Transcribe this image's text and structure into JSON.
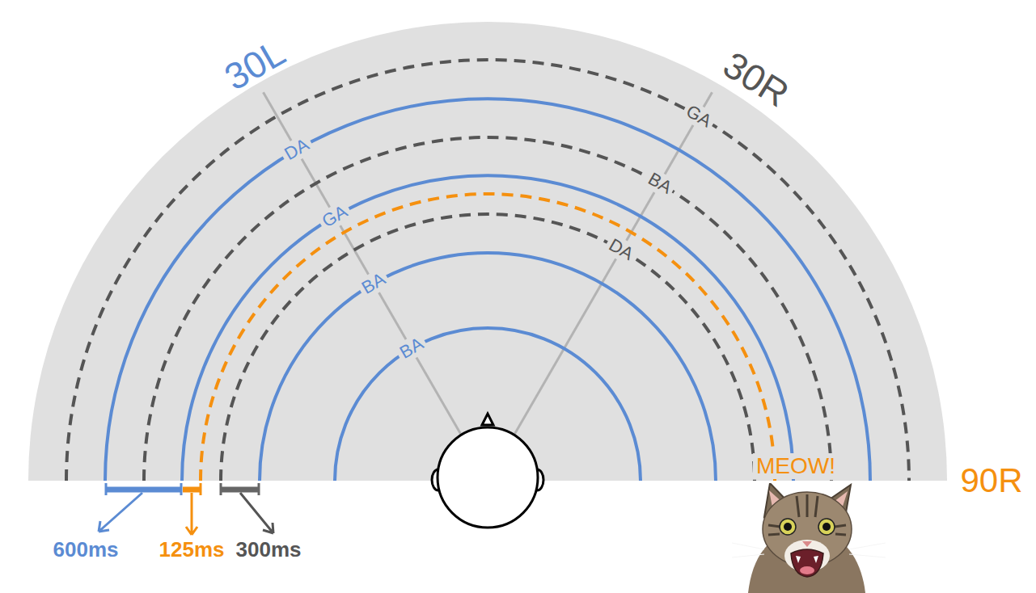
{
  "diagram": {
    "labels": [
      "30L",
      "30R",
      "BA",
      "BA",
      "GA",
      "DA",
      "DA",
      "BA",
      "GA",
      "MEOW!",
      "90R",
      "600ms",
      "125ms",
      "300ms"
    ]
  }
}
